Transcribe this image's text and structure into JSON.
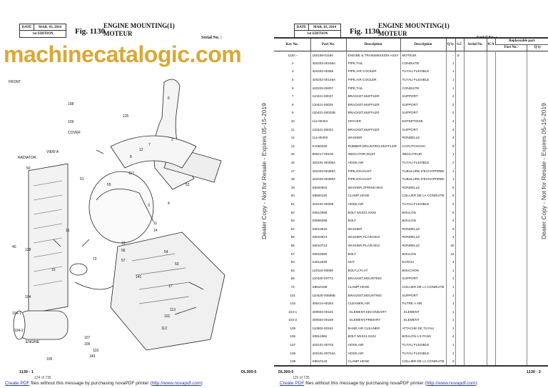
{
  "left": {
    "date_label": "DATE",
    "date": "MAR. 03, 2014",
    "edition": "1st EDITION",
    "fig": "Fig. 1130",
    "title_en": "ENGINE MOUNTING(1)",
    "title_fr": "MOTEUR",
    "serial": "Serial No. :",
    "page_code": "1130 - 1",
    "page_of": "124 of 735",
    "model": "DL300-5"
  },
  "right": {
    "date_label": "DATE",
    "date": "MAR. 03, 2014",
    "edition": "1st EDITION",
    "fig": "Fig. 1130",
    "title_en": "ENGINE MOUNTING(1)",
    "title_fr": "MOTEUR",
    "serial": "Serial No. :",
    "page_code": "1130 - 2",
    "page_of": "125 of 735",
    "model": "DL300-5"
  },
  "diagram_labels": [
    "FRONT",
    "COVER",
    "RADIATOR",
    "VIEW A",
    "ENGINE",
    "6",
    "108",
    "109",
    "125",
    "2",
    "12",
    "8",
    "7",
    "11",
    "14",
    "50",
    "51",
    "55",
    "52",
    "56",
    "54",
    "53",
    "57",
    "3",
    "4",
    "104",
    "104-1",
    "104-2",
    "105",
    "106",
    "107",
    "101",
    "113",
    "112",
    "118",
    "143",
    "17",
    "141",
    "72",
    "40",
    "128",
    "15",
    "16",
    "10",
    "117"
  ],
  "watermark": {
    "site": "machinecatalogic.com",
    "dealer": "Dealer Copy - Not for Resale - Expires 05-15-2019"
  },
  "table": {
    "headers": {
      "key": "Key No.",
      "part": "Part No.",
      "desc": "Description",
      "desc_fr": "Description",
      "qty": "Q'ty",
      "sc": "S.C",
      "serial": "Serial No.",
      "ica": "ICA",
      "replaceable": "Replaceable part",
      "r_part": "Part No.",
      "r_qty": "Q'ty"
    },
    "rows": [
      [
        "1130 --",
        "150109-01160",
        "ENGINE & TRANSMISSION ASSY",
        "MOTEUR",
        "-",
        "D"
      ],
      [
        "2",
        "420203-00166A",
        "PIPE,TAIL",
        "CONDUITE",
        "1",
        ""
      ],
      [
        "3",
        "420202-00356",
        "PIPE,AIR COOLER",
        "TUYAU FLEXIBLE",
        "1",
        ""
      ],
      [
        "4",
        "420202-00146A",
        "PIPE,AIR COOLER",
        "TUYAU FLEXIBLE",
        "1",
        ""
      ],
      [
        "6",
        "420203-00007",
        "PIPE,TAIL",
        "CONDUITE",
        "1",
        ""
      ],
      [
        "7",
        "110421-00027",
        "BRACKET,MUFFLER",
        "SUPPORT",
        "2",
        ""
      ],
      [
        "8",
        "110421-00025",
        "BRACKET,MUFFLER",
        "SUPPORT",
        "2",
        ""
      ],
      [
        "9",
        "110421-00022B",
        "BRACKET,MUFFLER",
        "SUPPORT",
        "2",
        ""
      ],
      [
        "10",
        "114-00404",
        "SPACER",
        "ENTERTOISE",
        "4",
        ""
      ],
      [
        "11",
        "110421-00023",
        "BRACKET,MUFFLER",
        "SUPPORT",
        "4",
        ""
      ],
      [
        "12",
        "114-00403",
        "WASHER",
        "RONDELLE",
        "4",
        ""
      ],
      [
        "14",
        "K1056250",
        "RUBBER,MOUNTING,MUFFLER",
        "CAOUTCHOUC",
        "8",
        ""
      ],
      [
        "15",
        "800217-00100",
        "INDICATOR,DUST",
        "INDICATEUR",
        "1",
        ""
      ],
      [
        "16",
        "420101-00309A",
        "HOSE,AIR",
        "TUYAU FLEXIBLE",
        "2",
        ""
      ],
      [
        "17",
        "420203-00389A",
        "PIPE,EXHAUST",
        "TUBULURE D'ECHAPPEME",
        "1",
        ""
      ],
      [
        "18",
        "420203-00390A",
        "PIPE,EXHAUST",
        "TUBULURE D'ECHAPPEME",
        "1",
        ""
      ],
      [
        "19",
        "S5020503",
        "WASHER,SPRING;M10",
        "RONDELLE",
        "6",
        ""
      ],
      [
        "50",
        "S8500118",
        "CLAMP;HOSE",
        "COLLIER DE LA CONDUITE",
        "8",
        ""
      ],
      [
        "51",
        "420101-00308",
        "HOSE,AIR",
        "TUYAU FLEXIBLE",
        "2",
        ""
      ],
      [
        "52",
        "S0512066",
        "BOLT M10X1.5X25",
        "BOULON",
        "8",
        ""
      ],
      [
        "53",
        "S0559266",
        "BOLT",
        "BOULON",
        "4",
        ""
      ],
      [
        "54",
        "S5013616",
        "WASHER",
        "RONDELLE",
        "8",
        ""
      ],
      [
        "55",
        "S5010613",
        "WASHER,PLAIN;M10",
        "RONDELLE",
        "4",
        ""
      ],
      [
        "56",
        "S5010713",
        "WASHER;PLAIN M12",
        "RONDELLE",
        "20",
        ""
      ],
      [
        "57",
        "S0515066",
        "BOLT",
        "BOULON",
        "16",
        ""
      ],
      [
        "63",
        "S4012636",
        "NUT",
        "ECROU",
        "4",
        ""
      ],
      [
        "64",
        "120119-00008",
        "BOLT,U;FLAT",
        "BOUCHON",
        "1",
        ""
      ],
      [
        "65",
        "110420-00773",
        "BRACKET,MOUNTING",
        "SUPPORT",
        "1",
        ""
      ],
      [
        "72",
        "S8510168",
        "CLAMP;HOSE",
        "COLLIER DE LA CONDUITE",
        "1",
        ""
      ],
      [
        "101",
        "110420-00589B",
        "BRACKET,MOUNTING",
        "SUPPORT",
        "1",
        ""
      ],
      [
        "104",
        "400414-00254",
        "CLEANER,AIR",
        "FILTRE A AIR",
        "1",
        ""
      ],
      [
        "104-1",
        "400504-00181",
        ". ELEMENT,SECONDARY",
        ". ELEMENT",
        "1",
        ""
      ],
      [
        "104-2",
        "400504-00180",
        ". ELEMENT,PRIMARY",
        ". ELEMENT",
        "1",
        ""
      ],
      [
        "105",
        "110902-00163",
        "BAND,AIR CLEANER",
        "ATTACHE DE TUYAU",
        "2",
        ""
      ],
      [
        "106",
        "S0511966",
        "BOLT M10X1.5X22",
        "BOULON A 6 PANS",
        "4",
        ""
      ],
      [
        "107",
        "420101-00703",
        "HOSE,AIR",
        "TUYAU FLEXIBLE",
        "1",
        ""
      ],
      [
        "108",
        "420101-00704A",
        "HOSE,AIR",
        "TUYAU FLEXIBLE",
        "1",
        ""
      ],
      [
        "109",
        "S8510143",
        "CLAMP;HOSE",
        "COLLIER DE LA CONDUITE",
        "3",
        ""
      ]
    ]
  },
  "nova": {
    "link": "Create PDF",
    "text": " files without this message by purchasing novaPDF printer (",
    "url": "http://www.novapdf.com",
    "close": ")"
  }
}
